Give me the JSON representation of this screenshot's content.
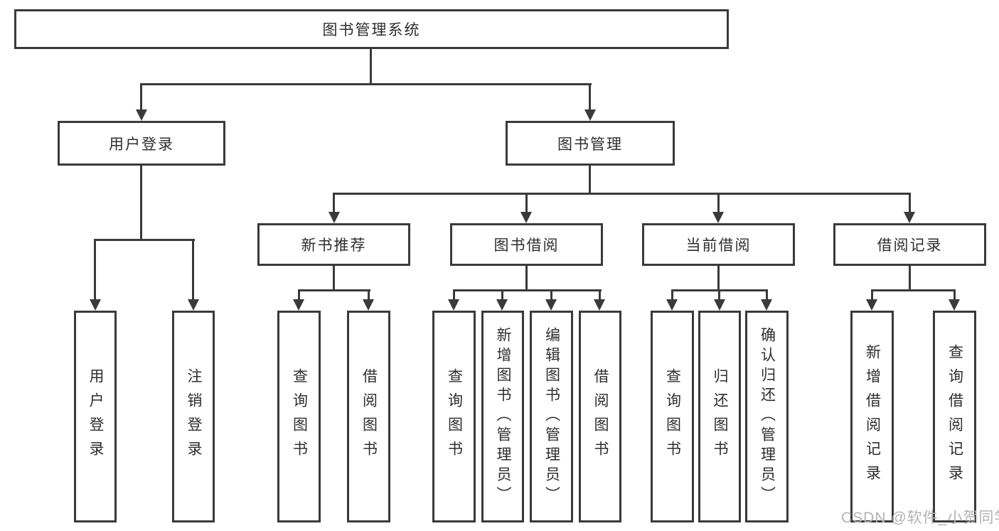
{
  "diagram_title": "图书管理系统",
  "tree": {
    "label": "图书管理系统",
    "children": [
      {
        "label": "用户登录",
        "children": [
          {
            "label": "用户登录"
          },
          {
            "label": "注销登录"
          }
        ]
      },
      {
        "label": "图书管理",
        "children": [
          {
            "label": "新书推荐",
            "children": [
              {
                "label": "查询图书"
              },
              {
                "label": "借阅图书"
              }
            ]
          },
          {
            "label": "图书借阅",
            "children": [
              {
                "label": "查询图书"
              },
              {
                "label": "新增图书（管理员）"
              },
              {
                "label": "编辑图书（管理员）"
              },
              {
                "label": "借阅图书"
              }
            ]
          },
          {
            "label": "当前借阅",
            "children": [
              {
                "label": "查询图书"
              },
              {
                "label": "归还图书"
              },
              {
                "label": "确认归还（管理员）"
              }
            ]
          },
          {
            "label": "借阅记录",
            "children": [
              {
                "label": "新增借阅记录"
              },
              {
                "label": "查询借阅记录"
              }
            ]
          }
        ]
      }
    ]
  },
  "watermark": "CSDN @软件_小贺同学",
  "colors": {
    "line": "#3a3a3a",
    "text": "#2e2e2e",
    "watermark": "#b3b3b3",
    "background": "#ffffff"
  }
}
